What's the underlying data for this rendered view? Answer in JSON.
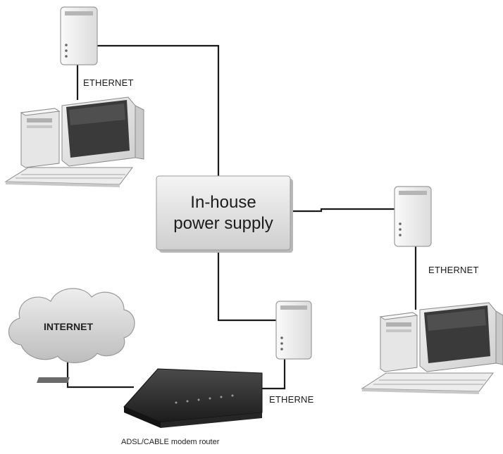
{
  "diagram": {
    "supply_label_line1": "In-house",
    "supply_label_line2": "power supply",
    "ethernet_top": "ETHERNET",
    "ethernet_right": "ETHERNET",
    "ethernet_router": "ETHERNE",
    "internet_label": "INTERNET",
    "router_label": "ADSL/CABLE modem router"
  },
  "colors": {
    "background": "#ffffff",
    "line": "#1a1a1a",
    "box_fill": "#e8e8e8",
    "adapter_fill": "#f4f4f4",
    "router_fill": "#2e2e2e",
    "cloud_fill": "#d9d9d9"
  }
}
